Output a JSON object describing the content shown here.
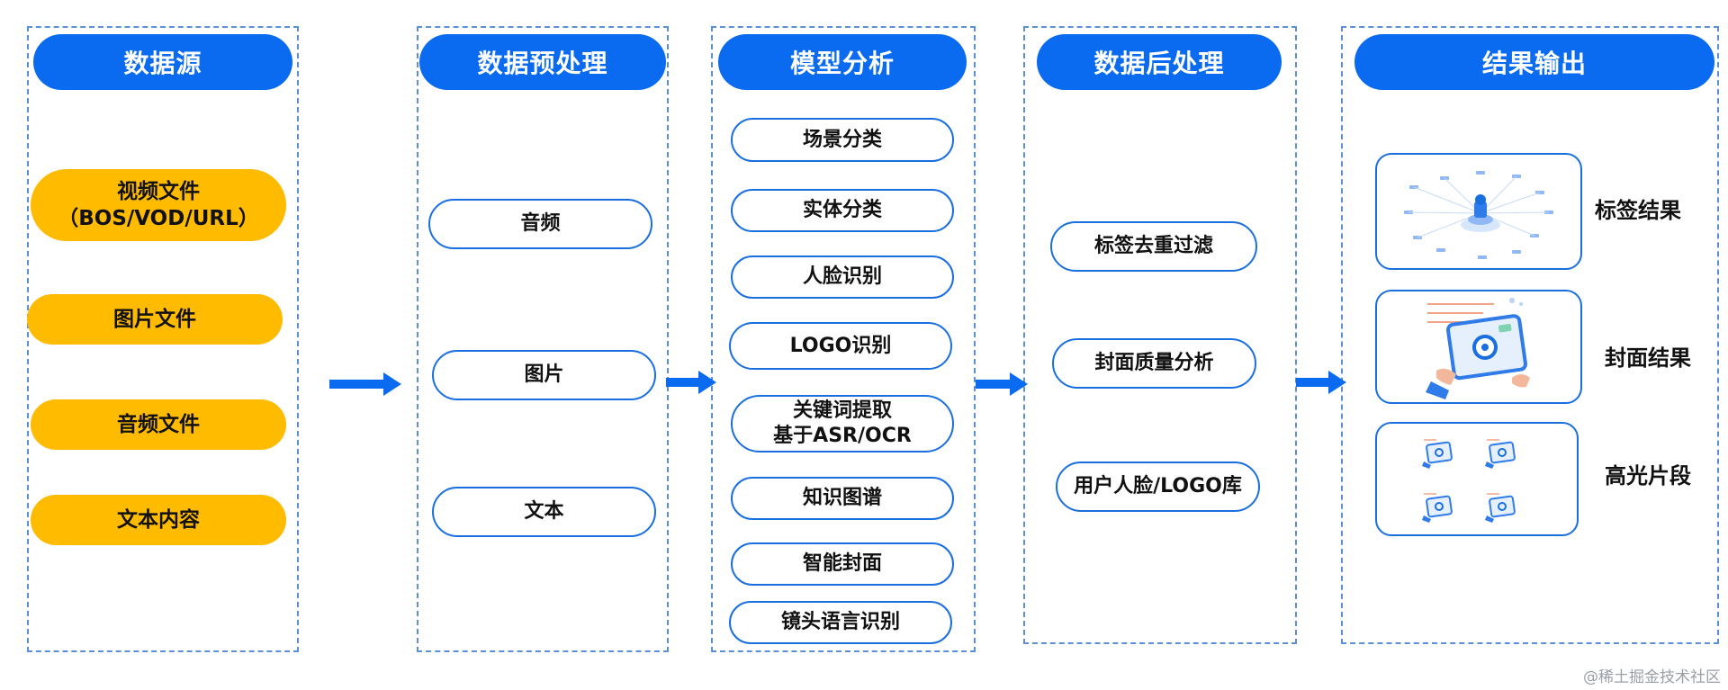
{
  "columns": [
    {
      "header": "数据源",
      "items": [
        "视频文件\n（BOS/VOD/URL）",
        "图片文件",
        "音频文件",
        "文本内容"
      ]
    },
    {
      "header": "数据预处理",
      "items": [
        "音频",
        "图片",
        "文本"
      ]
    },
    {
      "header": "模型分析",
      "items": [
        "场景分类",
        "实体分类",
        "人脸识别",
        "LOGO识别",
        "关键词提取\n基于ASR/OCR",
        "知识图谱",
        "智能封面",
        "镜头语言识别"
      ]
    },
    {
      "header": "数据后处理",
      "items": [
        "标签去重过滤",
        "封面质量分析",
        "用户人脸/LOGO库"
      ]
    },
    {
      "header": "结果输出",
      "items": [
        "标签结果",
        "封面结果",
        "高光片段"
      ]
    }
  ],
  "colors": {
    "header_blue": "#0a6bf0",
    "source_yellow": "#ffbb00",
    "outline_blue": "#1a6fe0",
    "dashed_border": "#5b8fd6"
  },
  "watermark": "@稀土掘金技术社区"
}
